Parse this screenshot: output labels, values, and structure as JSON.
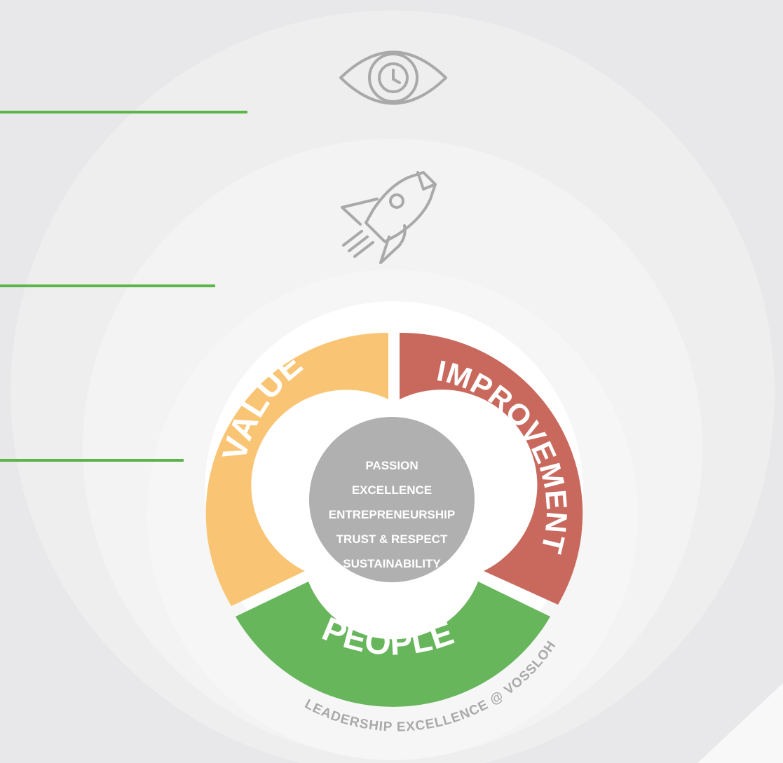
{
  "colors": {
    "background": "#e8e8ea",
    "green_accent": "#5cb54a",
    "value": "#f9c574",
    "improvement": "#c9695e",
    "people": "#67b65c",
    "core": "#b0b0b0",
    "icon_stroke": "#a9a9a9"
  },
  "icons": {
    "eye": "eye-icon",
    "rocket": "rocket-icon"
  },
  "segments": {
    "value": "VALUE",
    "improvement": "IMPROVEMENT",
    "people": "PEOPLE"
  },
  "core_values": [
    "PASSION",
    "EXCELLENCE",
    "ENTREPRENEURSHIP",
    "TRUST & RESPECT",
    "SUSTAINABILITY"
  ],
  "footer": "LEADERSHIP EXCELLENCE @ VOSSLOH"
}
